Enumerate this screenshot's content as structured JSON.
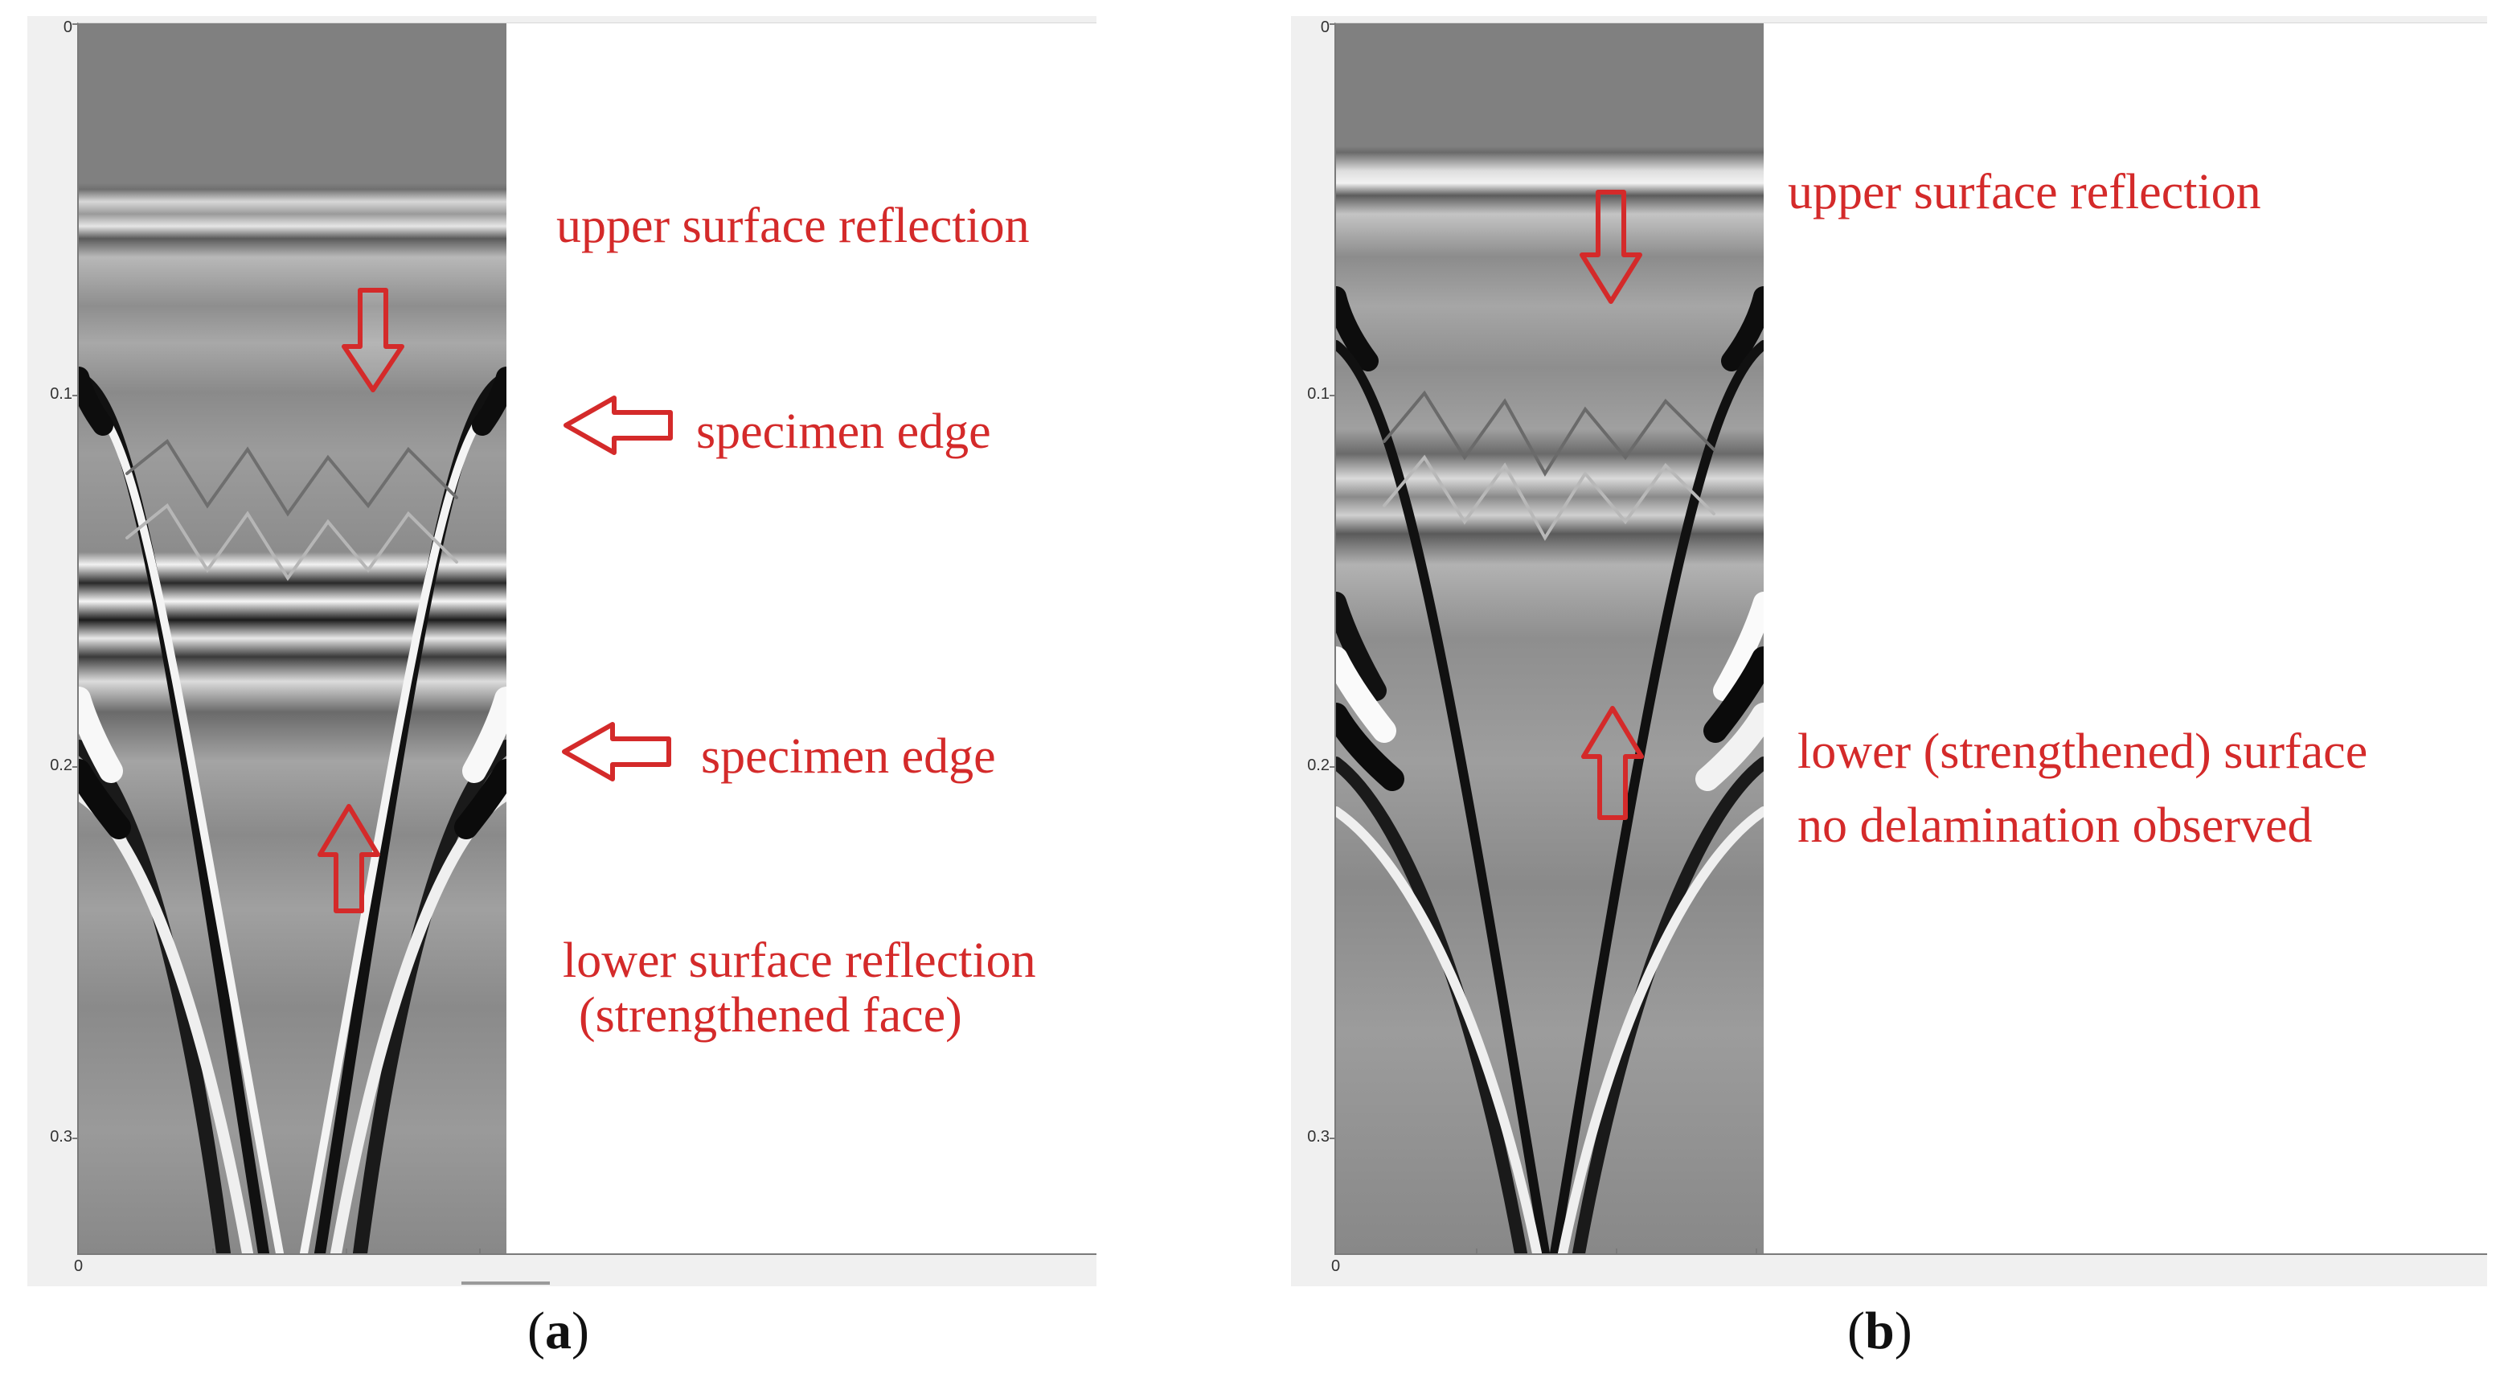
{
  "panels": [
    {
      "id": "a",
      "y_ticks": [
        "0",
        "0.1",
        "0.2",
        "0.3"
      ],
      "x_tick": "0",
      "annotations": {
        "upper": "upper surface reflection",
        "edge1": "specimen edge",
        "edge2": "specimen edge",
        "lower1": "lower surface reflection",
        "lower2": "(strengthened face)"
      },
      "caption": {
        "open": "(",
        "letter": "a",
        "close": ")"
      }
    },
    {
      "id": "b",
      "y_ticks": [
        "0",
        "0.1",
        "0.2",
        "0.3"
      ],
      "x_tick": "0",
      "annotations": {
        "upper": "upper surface reflection",
        "lower1": "lower (strengthened) surface",
        "lower2": "no delamination observed"
      },
      "caption": {
        "open": "(",
        "letter": "b",
        "close": ")"
      }
    }
  ],
  "colors": {
    "annotation": "#d42a2a",
    "background_gray": "#7f7f7f"
  },
  "icons": [
    "arrow-down-icon",
    "arrow-left-icon",
    "arrow-up-icon"
  ]
}
